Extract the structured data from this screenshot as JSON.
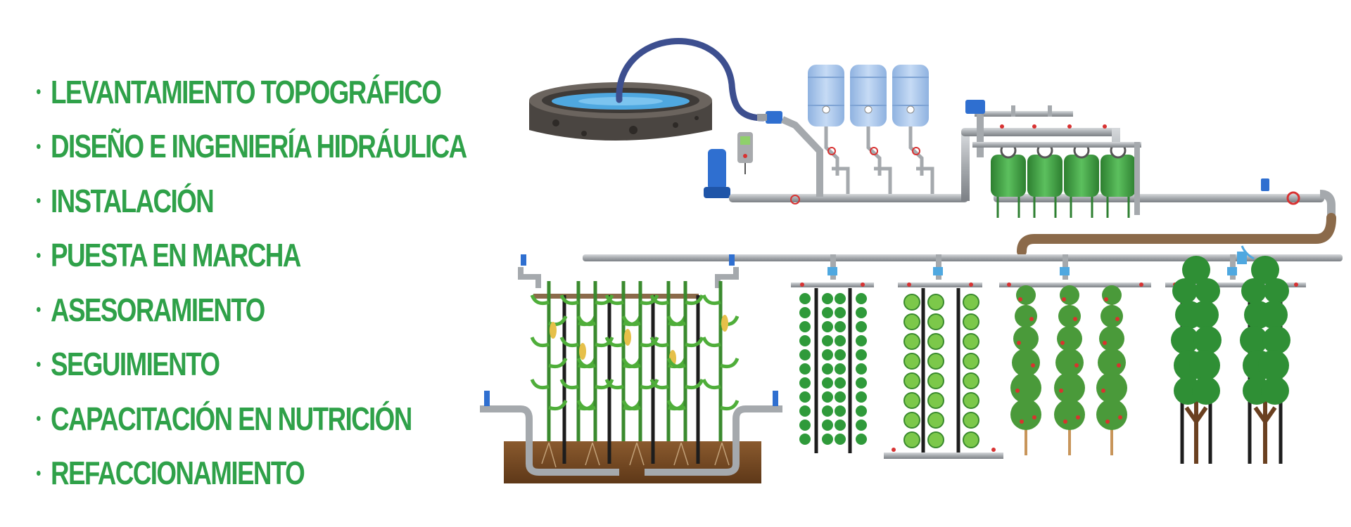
{
  "services": [
    "LEVANTAMIENTO TOPOGRÁFICO",
    "DISEÑO E INGENIERÍA HIDRÁULICA",
    "INSTALACIÓN",
    "PUESTA EN MARCHA",
    "ASESORAMIENTO",
    "SEGUIMIENTO",
    "CAPACITACIÓN EN NUTRICIÓN",
    "REFACCIONAMIENTO"
  ],
  "colors": {
    "text_green": "#2fa149",
    "pipe_gray": "#9a9ea3",
    "water_blue": "#4fa8e0",
    "valve_red": "#d83232",
    "leaf_green": "#3aa63f",
    "soil_brown": "#7a4a22",
    "hose_brown": "#8b6a4a",
    "tank_blue": "#a9c6ec",
    "filter_green": "#3c9b3e",
    "pump_blue": "#2f6fd0"
  },
  "icons": [
    "water-reservoir-icon",
    "water-pump-icon",
    "controller-icon",
    "storage-tank-icon",
    "filter-tank-icon",
    "valve-icon",
    "corn-plant-icon",
    "lettuce-plant-icon",
    "cabbage-plant-icon",
    "fruit-tree-icon",
    "leafy-tree-icon"
  ]
}
